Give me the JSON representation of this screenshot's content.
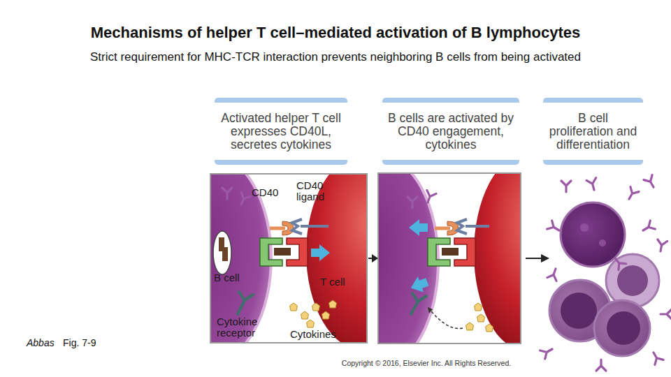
{
  "diagram": {
    "title": "Mechanisms of helper T cell–mediated activation of B lymphocytes",
    "nodes": [
      {
        "text": [
          "Activated helper T cell expresses CD40L, secretes cytokines"
        ]
      },
      {
        "text": [
          "B cells are activated by CD40 engagement, cytokines"
        ]
      },
      {
        "text": [
          "B cell proliferation and differentiation"
        ]
      },
      {
        "text": [
          "CD40",
          "CD40 ligand",
          "B cell",
          "T cell",
          "Cytokine receptor",
          "Cytokines"
        ]
      }
    ],
    "labels": [
      "Strict requirement for MHC-TCR interaction prevents neighboring B cells from being activated",
      "Abbas",
      "Fig. 7-9",
      "Copyright © 2016, Elsevier Inc. All Rights Reserved."
    ]
  }
}
